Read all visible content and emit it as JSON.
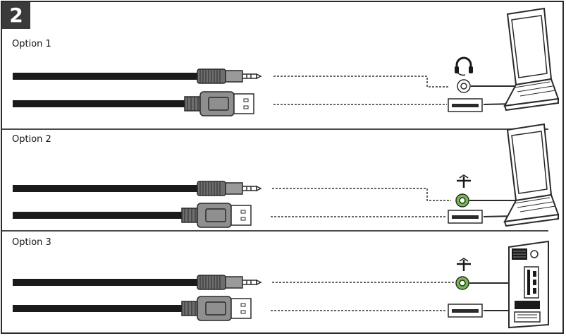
{
  "step": {
    "number": "2"
  },
  "options": [
    {
      "label": "Option 1",
      "jack_type": "headphone-icon",
      "jack_color": "#ffffff"
    },
    {
      "label": "Option 2",
      "jack_type": "speaker-out-icon",
      "jack_color": "#6fbf4a"
    },
    {
      "label": "Option 3",
      "jack_type": "speaker-out-icon",
      "jack_color": "#6fbf4a"
    }
  ],
  "colors": {
    "cable": "#1a1a1a",
    "plug": "#8a8a8a",
    "plug_dark": "#3a3a3a",
    "line_art": "#333333",
    "audio_out_green": "#6fbf4a"
  }
}
